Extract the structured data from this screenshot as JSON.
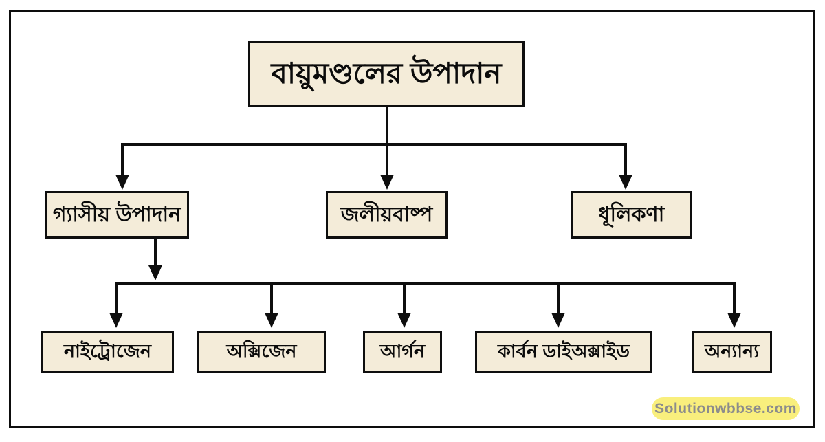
{
  "tree": {
    "root": {
      "label": "বায়ুমণ্ডলের উপাদান"
    },
    "branches": [
      {
        "label": "গ্যাসীয় উপাদান"
      },
      {
        "label": "জলীয়বাষ্প"
      },
      {
        "label": "ধূলিকণা"
      }
    ],
    "gas_components": [
      {
        "label": "নাইট্রোজেন"
      },
      {
        "label": "অক্সিজেন"
      },
      {
        "label": "আর্গন"
      },
      {
        "label": "কার্বন ডাইঅক্সাইড"
      },
      {
        "label": "অন্যান্য"
      }
    ]
  },
  "watermark": {
    "label": "Solutionwbbse.com"
  },
  "colors": {
    "node_fill": "#f4ecd9",
    "node_border": "#0e0e0e",
    "connector": "#0e0e0e",
    "frame_border": "#0d0d0d",
    "watermark_bg": "#f9ef7d",
    "watermark_text": "#8c8c8c",
    "background": "#ffffff"
  }
}
